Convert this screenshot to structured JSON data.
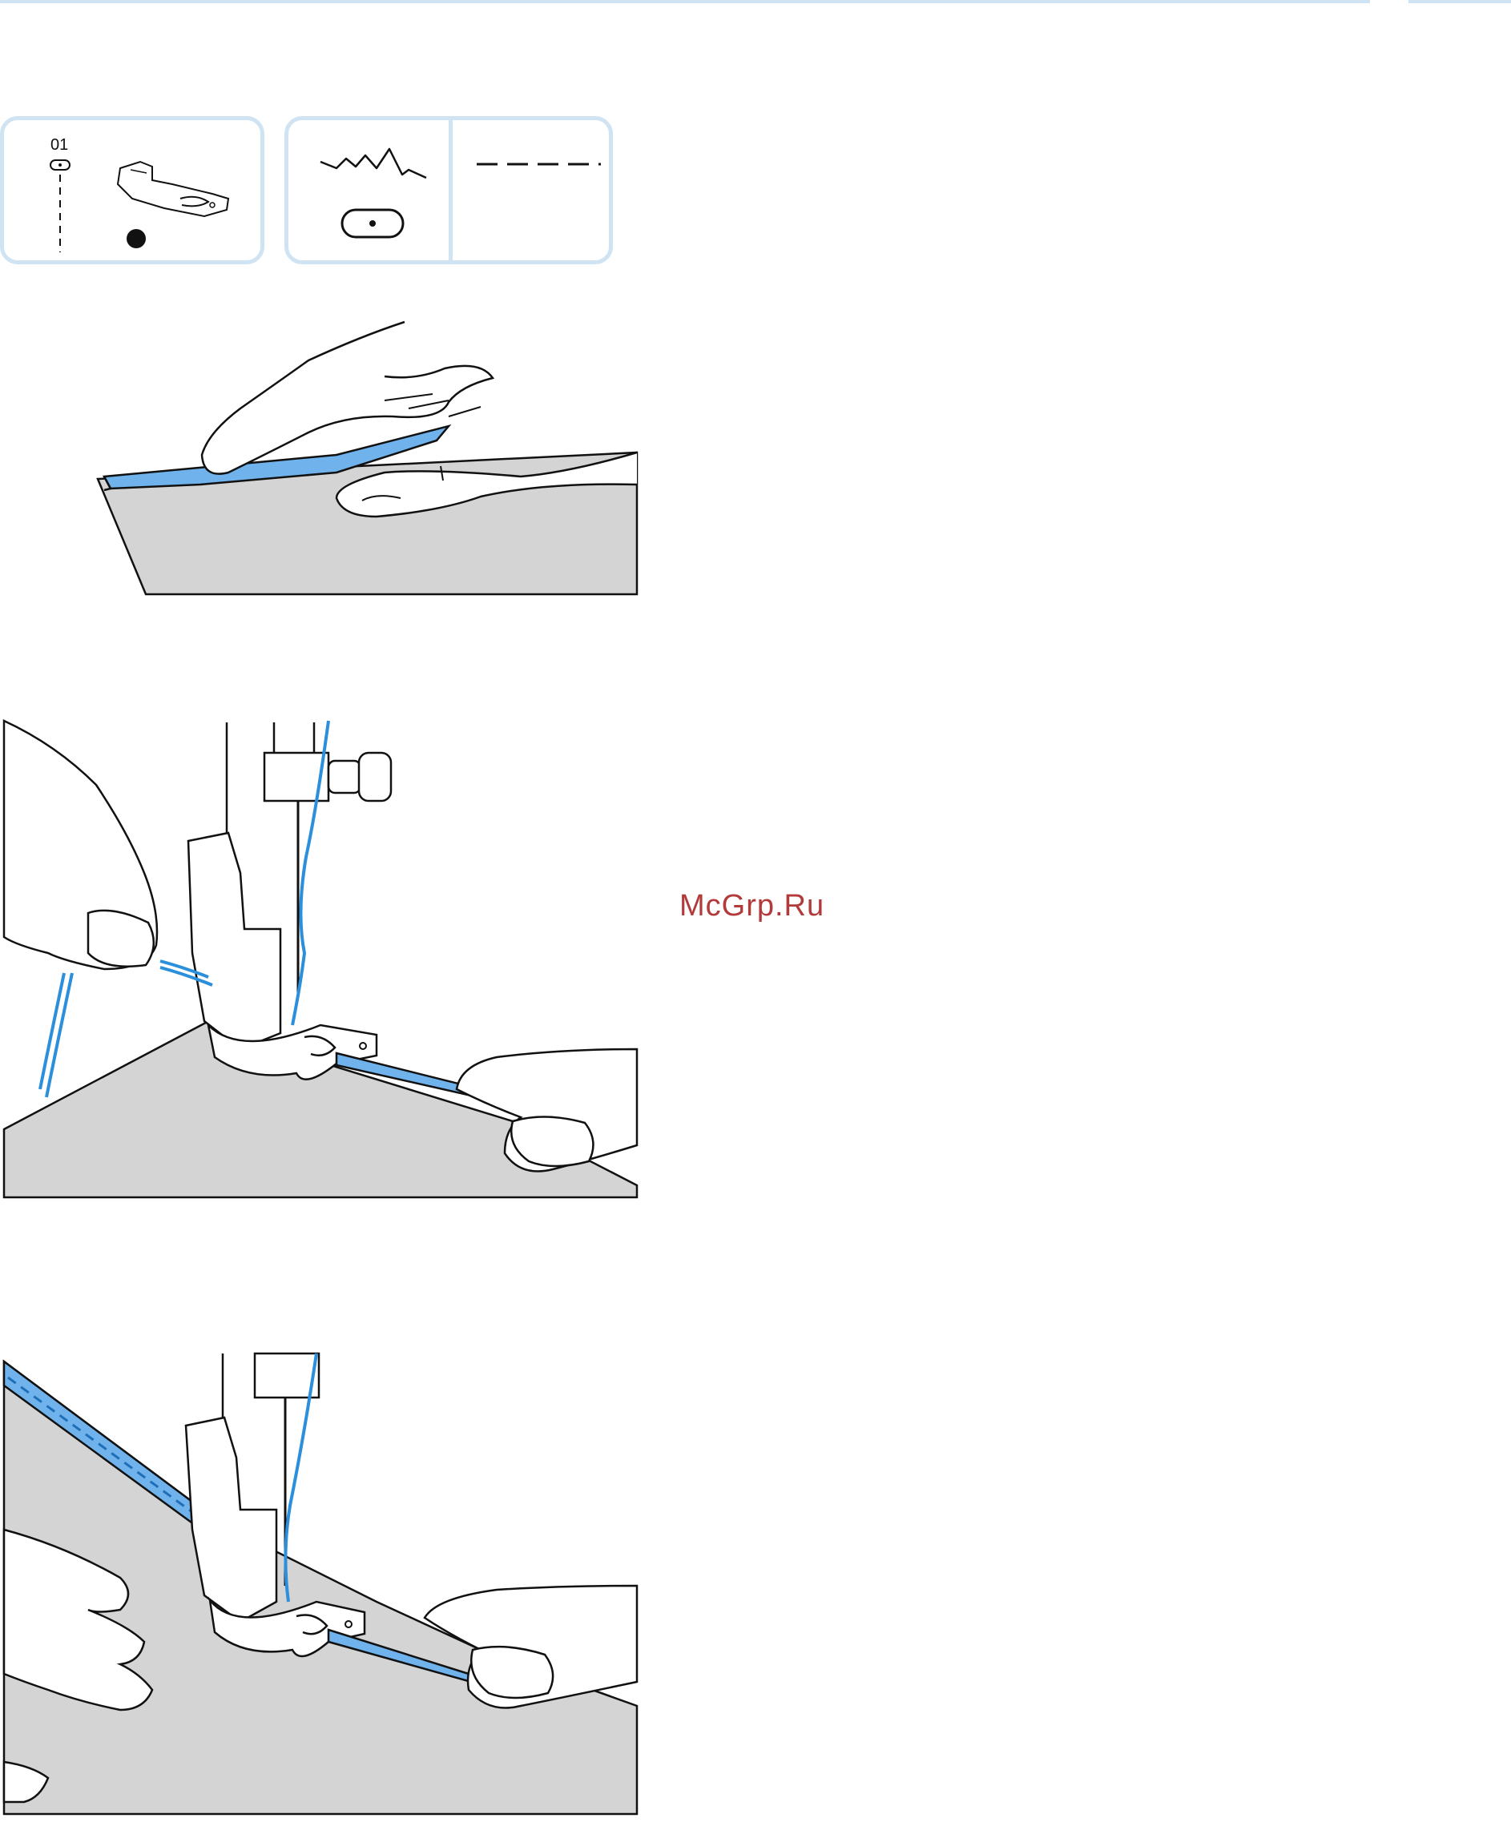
{
  "page": {
    "pattern_panel": {
      "pattern_number": "01",
      "presser_foot": "hemmer-foot"
    },
    "stitch_panel": {
      "stitch_width_icon": "zigzag-width-icon",
      "stitch_length_icon": "dashed-length-icon"
    },
    "watermark": "McGrp.Ru",
    "illustrations": [
      "fold-fabric-illustration",
      "insert-fabric-illustration",
      "sew-hem-illustration"
    ],
    "colors": {
      "accent_blue": "#6fb2ec",
      "thread_blue": "#2b8fdc",
      "fabric_gray": "#d4d4d4",
      "panel_border": "#cfe3f3"
    }
  }
}
